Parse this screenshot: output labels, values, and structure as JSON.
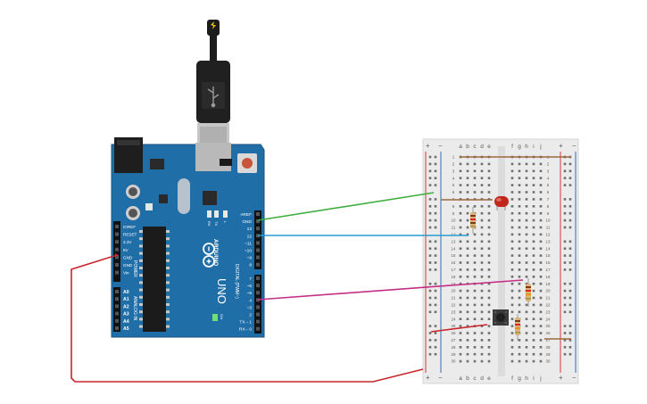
{
  "arduino": {
    "brand": "ARDUINO",
    "model": "UNO",
    "power_header_label": "POWER",
    "analog_header_label": "ANALOG IN",
    "digital_header_label": "DIGITAL (PWM~)",
    "on_label": "ON",
    "led_labels": [
      "RX",
      "TX",
      "L"
    ],
    "digital_pins": [
      "AREF",
      "GND",
      "13",
      "12",
      "~11",
      "~10",
      "~9",
      "8",
      "7",
      "~6",
      "~5",
      "4",
      "~3",
      "2",
      "TX→1",
      "RX←0"
    ],
    "power_pins": [
      "IOREF",
      "RESET",
      "3.3V",
      "5V",
      "GND",
      "GND",
      "Vin"
    ],
    "analog_pins": [
      "A0",
      "A1",
      "A2",
      "A3",
      "A4",
      "A5"
    ]
  },
  "breadboard": {
    "left_columns": [
      "a",
      "b",
      "c",
      "d",
      "e"
    ],
    "right_columns": [
      "f",
      "g",
      "h",
      "i",
      "j"
    ],
    "rail_plus": "+",
    "rail_minus": "−",
    "row_numbers": [
      "1",
      "2",
      "3",
      "4",
      "5",
      "6",
      "7",
      "8",
      "9",
      "10",
      "11",
      "12",
      "13",
      "14",
      "15",
      "16",
      "17",
      "18",
      "19",
      "20",
      "21",
      "22",
      "23",
      "24",
      "25",
      "26",
      "27",
      "28",
      "29",
      "30"
    ]
  },
  "components": [
    {
      "kind": "led",
      "color": "#c0271c"
    },
    {
      "kind": "resistor"
    },
    {
      "kind": "resistor"
    },
    {
      "kind": "pushbutton"
    }
  ],
  "wires": [
    {
      "from": "GND",
      "to": "breadboard-ground-rail",
      "color": "#3fae3f"
    },
    {
      "from": "12",
      "to": "led-resistor-row",
      "color": "#2a9bd0"
    },
    {
      "from": "4",
      "to": "button-row",
      "color": "#c42f86"
    },
    {
      "from": "5V",
      "to": "breadboard-power-rail",
      "color": "#c8262b"
    }
  ],
  "colors": {
    "board": "#1f6ea8",
    "board_dark": "#14527f",
    "breadboard": "#ebebeb",
    "rail_red": "#d23b3b",
    "rail_blue": "#2d6fb5"
  }
}
